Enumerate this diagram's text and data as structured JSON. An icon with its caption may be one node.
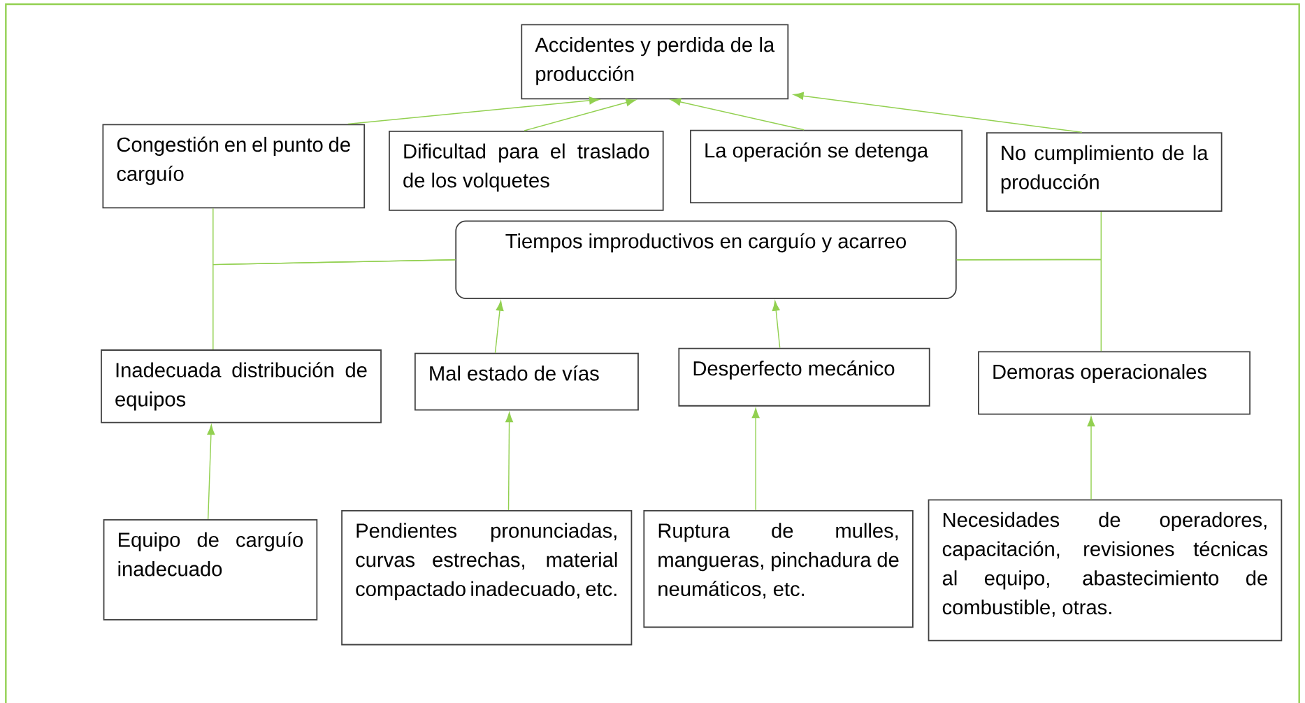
{
  "diagram": {
    "nodes": [
      {
        "text": [
          "Accidentes y perdida de la producción"
        ]
      },
      {
        "text": [
          "Congestión en el punto de carguío"
        ]
      },
      {
        "text": [
          "Dificultad para el traslado de los volquetes"
        ]
      },
      {
        "text": [
          "La operación se detenga"
        ]
      },
      {
        "text": [
          "No cumplimiento de la producción"
        ]
      },
      {
        "text": [
          "Tiempos improductivos en carguío y acarreo"
        ]
      },
      {
        "text": [
          "Inadecuada distribución de equipos"
        ]
      },
      {
        "text": [
          "Mal estado de vías"
        ]
      },
      {
        "text": [
          "Desperfecto mecánico"
        ]
      },
      {
        "text": [
          "Demoras operacionales"
        ]
      },
      {
        "text": [
          "Equipo de carguío inadecuado"
        ]
      },
      {
        "text": [
          "Pendientes pronunciadas, curvas estrechas, material compactado inadecuado, etc."
        ]
      },
      {
        "text": [
          "Ruptura de mulles, mangueras, pinchadura de neumáticos, etc."
        ]
      },
      {
        "text": [
          "Necesidades de operadores, capacitación, revisiones técnicas al equipo, abastecimiento de combustible, otras."
        ]
      }
    ],
    "edges": [
      {
        "from": 1,
        "to": 0,
        "arrow": "to"
      },
      {
        "from": 2,
        "to": 0,
        "arrow": "to"
      },
      {
        "from": 3,
        "to": 0,
        "arrow": "to"
      },
      {
        "from": 4,
        "to": 0,
        "arrow": "to"
      },
      {
        "from": 5,
        "to": 1,
        "arrow": "none"
      },
      {
        "from": 6,
        "to": 5,
        "arrow": "none"
      },
      {
        "from": 5,
        "to": 4,
        "arrow": "none"
      },
      {
        "from": 9,
        "to": 5,
        "arrow": "none"
      },
      {
        "from": 7,
        "to": 5,
        "arrow": "to"
      },
      {
        "from": 8,
        "to": 5,
        "arrow": "to"
      },
      {
        "from": 10,
        "to": 6,
        "arrow": "to"
      },
      {
        "from": 11,
        "to": 7,
        "arrow": "to"
      },
      {
        "from": 12,
        "to": 8,
        "arrow": "to"
      },
      {
        "from": 13,
        "to": 9,
        "arrow": "to"
      }
    ]
  }
}
